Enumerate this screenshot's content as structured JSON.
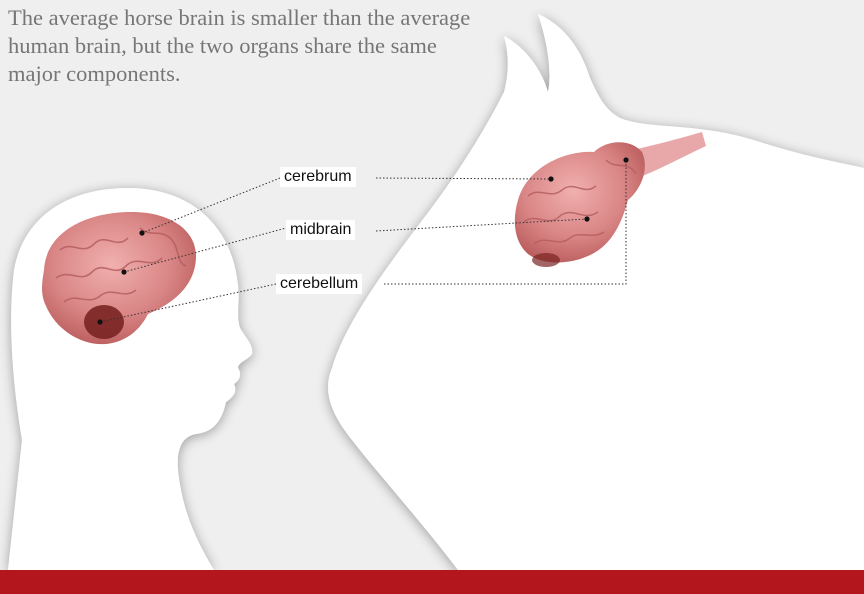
{
  "caption": "The average horse brain is smaller than the average human brain, but the two organs share the same major components.",
  "labels": {
    "cerebrum": "cerebrum",
    "midbrain": "midbrain",
    "cerebellum": "cerebellum"
  },
  "colors": {
    "background": "#efefef",
    "silhouette": "#ffffff",
    "brain_pink": "#d98585",
    "brain_dark": "#7a2424",
    "accent_bar": "#b4161d",
    "caption_text": "#767676"
  }
}
